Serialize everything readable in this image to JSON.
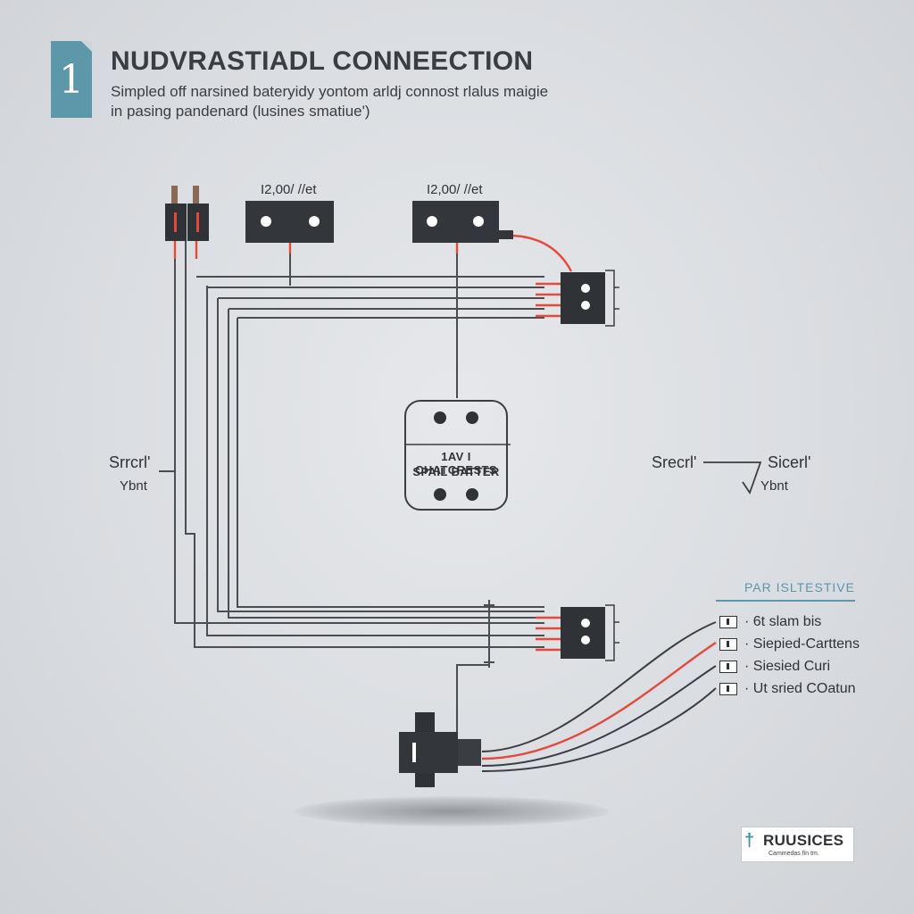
{
  "header": {
    "badge_number": "1",
    "title": "NUDVRASTIADL CONNEECTION",
    "subtitle_line1": "Simpled off narsined bateryidy yontom arldj connost rlalus maigie",
    "subtitle_line2": "in pasing pandenard (lusines smatiue')"
  },
  "labels": {
    "component_1": "I2,00/ //et",
    "component_2": "I2,00/ //et",
    "left_switch": "Srrcrl'",
    "left_switch_sub": "Ybnt",
    "right_switch_left": "Srecrl'",
    "right_switch_right": "Sicerl'",
    "right_switch_sub": "Ybnt"
  },
  "battery": {
    "line1": "1AV I CHATCRESTS",
    "line2": "SPAIL BATTER"
  },
  "legend": {
    "title": "PAR ISLTESTIVE",
    "items": [
      "· 6t slam bis",
      "· Siepied-Carttens",
      "· Siesied Curi",
      "· Ut sried COatun"
    ]
  },
  "brand": {
    "name": "RUUSICES",
    "tagline": "Cammedas fin tm."
  },
  "colors": {
    "wire_dark": "#4a4d52",
    "wire_red": "#e5493c",
    "accent": "#5d97aa",
    "component": "#33363b"
  }
}
